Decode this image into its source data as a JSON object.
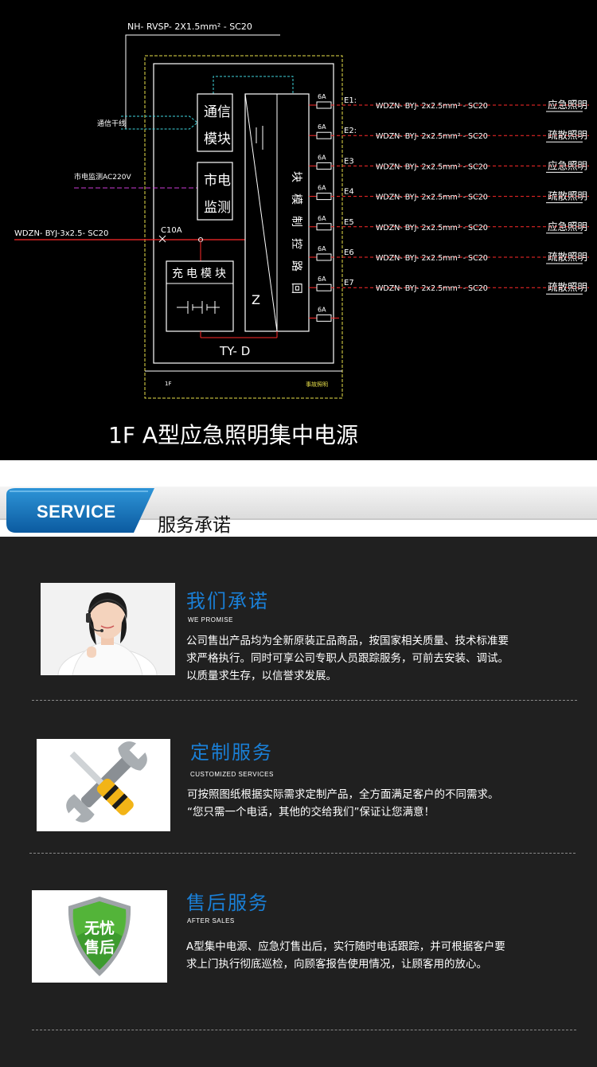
{
  "schematic": {
    "top_cable": "NH- RVSP- 2X1.5mm² - SC20",
    "comm_trunk_label": "通信干线",
    "mains_monitor_label": "市电监测AC220V",
    "input_cable": "WDZN- BYJ-3x2.5- SC20",
    "breaker_label": "C10A",
    "comm_module": "通信模块",
    "mains_module": "市电监测",
    "charge_module": "充电模块",
    "loop_module": "回路控制模块",
    "inverter_symbol": "Z",
    "panel_id": "TY- D",
    "floor_small": "1F",
    "bottom_right_small": "事故照明",
    "caption": "1F  A型应急照明集中电源",
    "circuits": [
      {
        "fuse": "6A",
        "id": "E1:",
        "cable": "WDZN- BYJ- 2x2.5mm² - SC20",
        "load": "应急照明"
      },
      {
        "fuse": "6A",
        "id": "E2:",
        "cable": "WDZN- BYJ- 2x2.5mm² - SC20",
        "load": "疏散照明"
      },
      {
        "fuse": "6A",
        "id": "E3",
        "cable": "WDZN- BYJ- 2x2.5mm² - SC20",
        "load": "应急照明"
      },
      {
        "fuse": "6A",
        "id": "E4",
        "cable": "WDZN- BYJ- 2x2.5mm² - SC20",
        "load": "疏散照明"
      },
      {
        "fuse": "6A",
        "id": "E5",
        "cable": "WDZN- BYJ- 2x2.5mm² - SC20",
        "load": "应急照明"
      },
      {
        "fuse": "6A",
        "id": "E6",
        "cable": "WDZN- BYJ- 2x2.5mm² - SC20",
        "load": "疏散照明"
      },
      {
        "fuse": "6A",
        "id": "E7",
        "cable": "WDZN- BYJ- 2x2.5mm² - SC20",
        "load": "疏散照明"
      },
      {
        "fuse": "6A",
        "id": "",
        "cable": "",
        "load": ""
      }
    ]
  },
  "service_header": {
    "tab_label": "SERVICE",
    "title": "服务承诺"
  },
  "services": [
    {
      "image_icon": "customer-service-agent-photo",
      "title": "我们承诺",
      "subtitle": "WE PROMISE",
      "lines": [
        "公司售出产品均为全新原装正品商品，按国家相关质量、技术标准要",
        "求严格执行。同时可享公司专职人员跟踪服务，可前去安装、调试。",
        "以质量求生存，以信誉求发展。"
      ]
    },
    {
      "image_icon": "wrench-screwdriver-icon",
      "title": "定制服务",
      "subtitle": "CUSTOMIZED SERVICES",
      "lines": [
        "可按照图纸根据实际需求定制产品，全方面满足客户的不同需求。",
        "“您只需一个电话，其他的交给我们”保证让您满意！"
      ]
    },
    {
      "image_icon": "shield-badge-icon",
      "title": "售后服务",
      "subtitle": "AFTER SALES",
      "badge_text": [
        "无忧",
        "售后"
      ],
      "lines": [
        "A型集中电源、应急灯售出后，实行随时电话跟踪，并可根据客户要",
        "求上门执行彻底巡检，向顾客报告使用情况，让顾客用的放心。"
      ]
    }
  ],
  "colors": {
    "accent_blue": "#1a7fd6",
    "cad_red": "#ff2a2a",
    "cad_cyan": "#3fd5dc",
    "cad_yellow": "#e8e04a",
    "cad_magenta": "#cc3bd6",
    "dark_bg": "#202020"
  }
}
